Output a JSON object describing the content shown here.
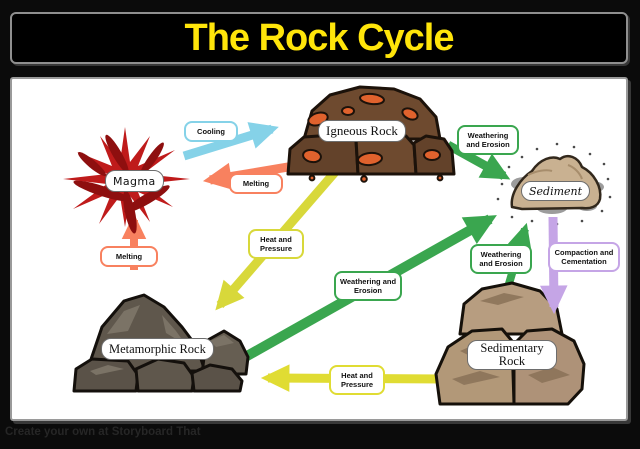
{
  "title": "The Rock Cycle",
  "watermark": "Create your own at Storyboard That",
  "colors": {
    "title_text": "#ffe50a",
    "cooling": "#85d2e8",
    "melting": "#f8815f",
    "heat_pressure": "#d8d83a",
    "heat_pressure_bottom": "#e0dc33",
    "weathering": "#3aa64f",
    "compaction": "#c5a5e6",
    "magma_red": "#bf1b1b"
  },
  "nodes": {
    "magma": {
      "label": "Magma"
    },
    "igneous": {
      "label": "Igneous Rock"
    },
    "sediment": {
      "label": "Sediment"
    },
    "metamorphic": {
      "label": "Metamorphic Rock"
    },
    "sedimentary": {
      "label": "Sedimentary Rock"
    }
  },
  "edges": {
    "cooling": {
      "label": "Cooling",
      "from": "Magma",
      "to": "Igneous Rock"
    },
    "melting_igneous": {
      "label": "Melting",
      "from": "Igneous Rock",
      "to": "Magma"
    },
    "melting_metamorphic": {
      "label": "Melting",
      "from": "Metamorphic Rock",
      "to": "Magma"
    },
    "heat_pressure_igneous": {
      "label": "Heat and Pressure",
      "from": "Igneous Rock",
      "to": "Metamorphic Rock"
    },
    "weathering_igneous": {
      "label": "Weathering and Erosion",
      "from": "Igneous Rock",
      "to": "Sediment"
    },
    "weathering_metamorphic": {
      "label": "Weathering and Erosion",
      "from": "Metamorphic Rock",
      "to": "Sediment"
    },
    "weathering_sedimentary": {
      "label": "Weathering and Erosion",
      "from": "Sedimentary Rock",
      "to": "Sediment"
    },
    "compaction": {
      "label": "Compaction and Cementation",
      "from": "Sediment",
      "to": "Sedimentary Rock"
    },
    "heat_pressure_sedimentary": {
      "label": "Heat and Pressure",
      "from": "Sedimentary Rock",
      "to": "Metamorphic Rock"
    }
  }
}
